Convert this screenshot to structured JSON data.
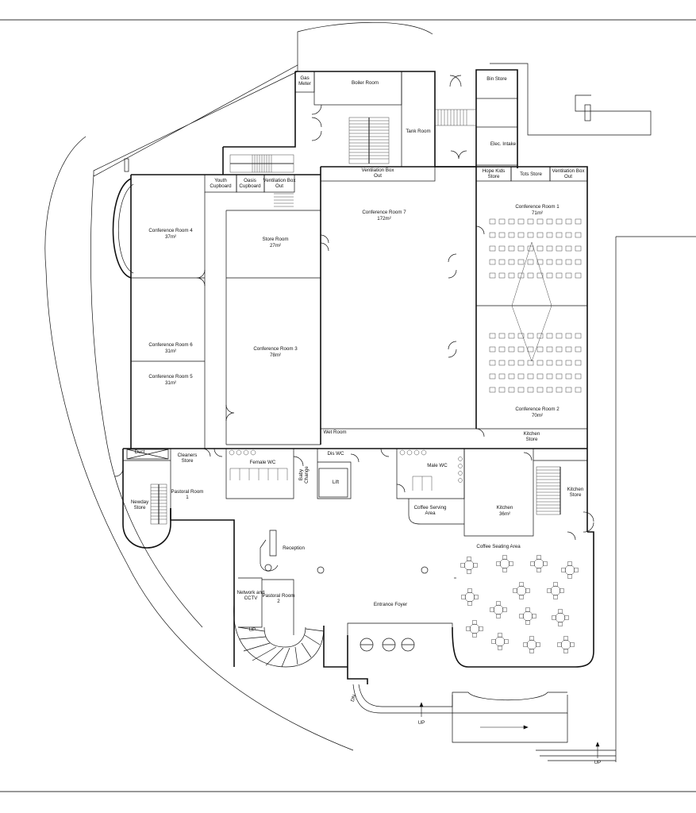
{
  "rooms": {
    "gas_meter": "Gas Meter",
    "boiler_room": "Boiler Room",
    "tank_room": "Tank Room",
    "bin_store": "Bin Store",
    "elec_intake": "Elec. Intake",
    "youth_cupboard": "Youth Cupboard",
    "oasis_cupboard": "Oasis Cupboard",
    "ventilation_1": "Ventilation Box Out",
    "ventilation_2": "Ventilation Box Out",
    "ventilation_3": "Ventilation Box Out",
    "hope_kids_store": "Hope Kids Store",
    "tots_store": "Tots Store",
    "conf4": "Conference Room 4",
    "conf4_area": "37m²",
    "conf6": "Conference Room 6",
    "conf6_area": "31m²",
    "conf5": "Conference Room 5",
    "conf5_area": "31m²",
    "store_room": "Store Room",
    "store_room_area": "27m²",
    "conf3": "Conference Room 3",
    "conf3_area": "78m²",
    "conf7": "Conference Room 7",
    "conf7_area": "172m²",
    "conf1": "Conference Room 1",
    "conf1_area": "71m²",
    "conf2": "Conference Room 2",
    "conf2_area": "70m²",
    "kitchen_store_1": "Kitchen Store",
    "kitchen_store_2": "Kitchen Store",
    "duct": "Duct",
    "cleaners_store": "Cleaners Store",
    "female_wc": "Female WC",
    "baby_change": "Baby Change",
    "wet_room": "Wet Room",
    "dis_wc": "Dis WC",
    "lift": "Lift",
    "male_wc": "Male WC",
    "coffee_serving": "Coffee Serving Area",
    "kitchen": "Kitchen",
    "kitchen_area": "36m²",
    "newday_store": "Newday Store",
    "pastoral_1": "Pastoral Room 1",
    "reception": "Reception",
    "coffee_seating": "Coffee Seating Area",
    "network_cctv": "Network and CCTV",
    "pastoral_2": "Pastoral Room 2",
    "entrance_foyer": "Entrance Foyer"
  },
  "stair_labels": {
    "up_ramp": "UP",
    "up_steps": "UP",
    "up_spiral": "UP",
    "down_ramp": "DN"
  }
}
